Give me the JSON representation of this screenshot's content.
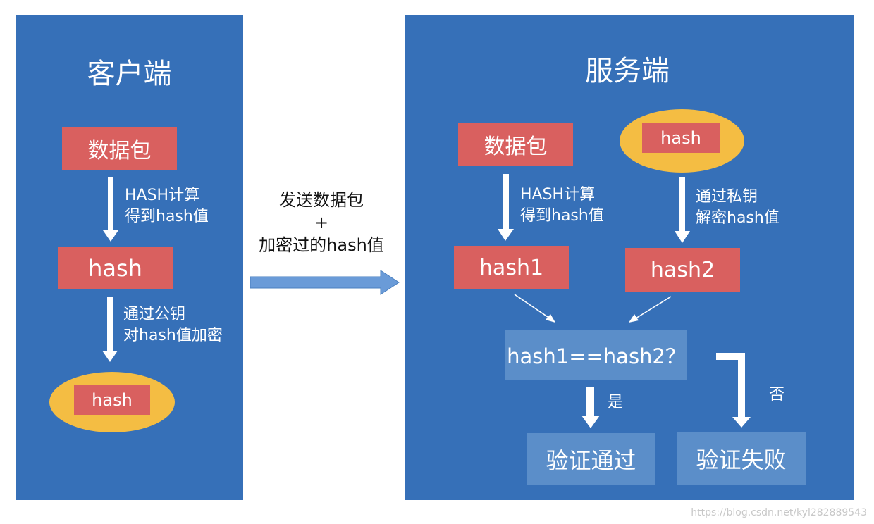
{
  "client": {
    "title": "客户端",
    "packet_label": "数据包",
    "step1": [
      "HASH计算",
      "得到hash值"
    ],
    "hash_label": "hash",
    "step2": [
      "通过公钥",
      "对hash值加密"
    ],
    "encrypted_hash_label": "hash"
  },
  "transfer": {
    "line1": "发送数据包",
    "line2": "+",
    "line3": "加密过的hash值"
  },
  "server": {
    "title": "服务端",
    "packet_label": "数据包",
    "encrypted_hash_label": "hash",
    "step_left": [
      "HASH计算",
      "得到hash值"
    ],
    "step_right": [
      "通过私钥",
      "解密hash值"
    ],
    "hash1_label": "hash1",
    "hash2_label": "hash2",
    "compare_label": "hash1==hash2？",
    "yes_label": "是",
    "no_label": "否",
    "pass_label": "验证通过",
    "fail_label": "验证失败"
  },
  "watermark": "https://blog.csdn.net/kyl282889543",
  "colors": {
    "panel": "#3670b8",
    "red_box": "#d9605f",
    "ellipse": "#f4bd43",
    "light_box": "#5b8ec9",
    "arrow": "#ffffff",
    "transfer_arrow": "#6a9bd8"
  }
}
